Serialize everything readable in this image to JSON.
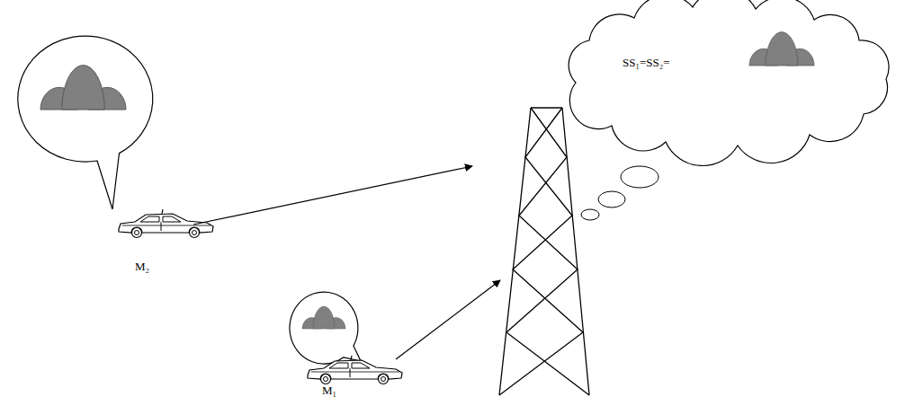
{
  "diagram": {
    "nodes": [
      {
        "text": [
          "M₂"
        ]
      },
      {
        "text": [
          "M₁"
        ]
      },
      {
        "text": [
          "SS₁=SS₂="
        ]
      }
    ]
  }
}
